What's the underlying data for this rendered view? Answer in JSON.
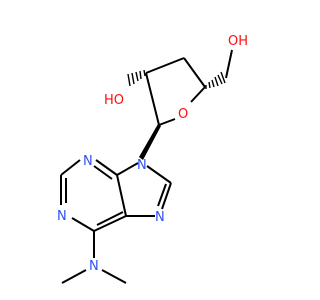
{
  "colors": {
    "bond": "#000000",
    "nitrogen": "#3050F8",
    "oxygen": "#FF0D0D",
    "background": "#ffffff"
  },
  "atoms": {
    "oh_top": "OH",
    "ho_left": "HO",
    "o_ring": "O",
    "n_purine_3": "N",
    "n_purine_9": "N",
    "n_purine_1": "N",
    "n_purine_7": "N",
    "n_amine": "N"
  }
}
